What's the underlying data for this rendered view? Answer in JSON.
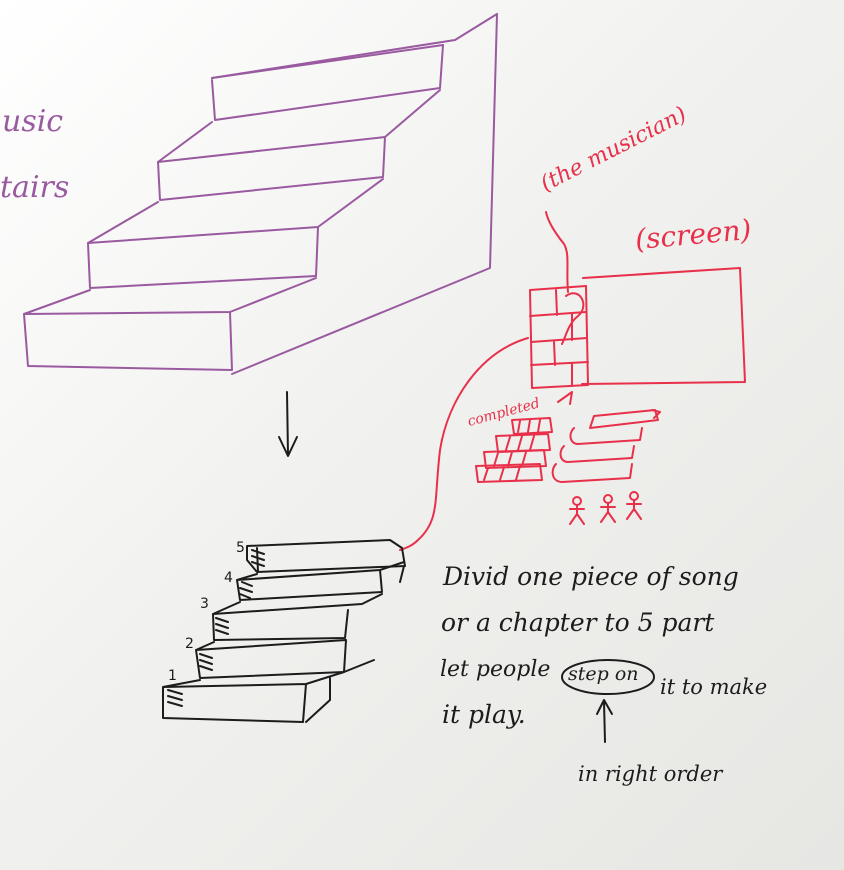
{
  "labels": {
    "title_line1": "usic",
    "title_line2": "tairs",
    "musician": "(the musician)",
    "screen": "(screen)",
    "completed": "completed"
  },
  "note": {
    "line1": "Divid one piece of song",
    "line2": "or a chapter to 5 part",
    "line3_prefix": "let people",
    "line3_circled": "step on",
    "line3_suffix": "it to make",
    "line4": "it play.",
    "annotation": "in right order"
  },
  "step_numbers": [
    "1",
    "2",
    "3",
    "4",
    "5"
  ],
  "colors": {
    "purple_ink": "#9a5aa0",
    "red_ink": "#e8304a",
    "black_ink": "#1c1c1c"
  }
}
